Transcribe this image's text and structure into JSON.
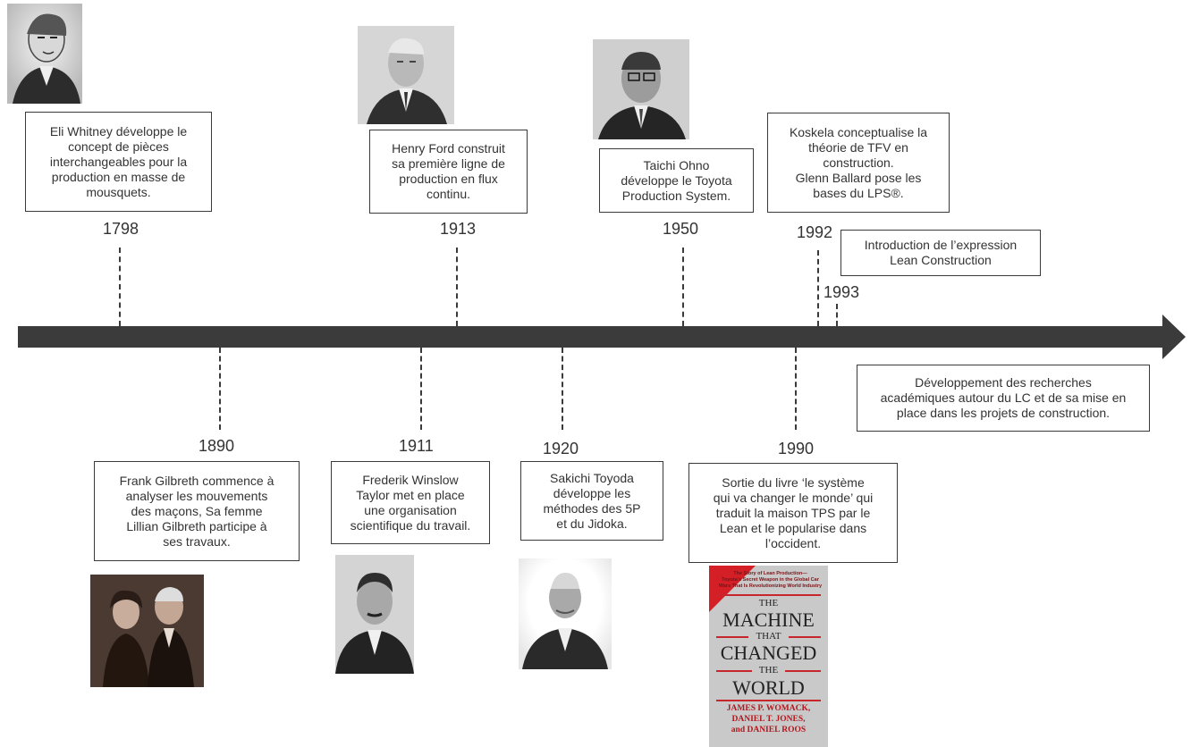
{
  "events": {
    "e1798": {
      "year": "1798",
      "lines": [
        "Eli Whitney développe  le",
        "concept de pièces",
        "interchangeables pour la",
        "production en masse de",
        "mousquets."
      ]
    },
    "e1890": {
      "year": "1890",
      "lines": [
        "Frank Gilbreth commence à",
        "analyser les mouvements",
        "des maçons, Sa femme",
        "Lillian Gilbreth participe à",
        "ses travaux."
      ]
    },
    "e1911": {
      "year": "1911",
      "lines": [
        "Frederik Winslow",
        "Taylor met en place",
        "une organisation",
        "scientifique du travail."
      ]
    },
    "e1913": {
      "year": "1913",
      "lines": [
        "Henry Ford construit",
        "sa première ligne de",
        "production en flux",
        "continu."
      ]
    },
    "e1920": {
      "year": "1920",
      "lines": [
        "Sakichi Toyoda",
        "développe  les",
        "méthodes des 5P",
        "et du Jidoka."
      ]
    },
    "e1950": {
      "year": "1950",
      "lines": [
        "Taichi Ohno",
        "développe  le Toyota",
        "Production System."
      ]
    },
    "e1990": {
      "year": "1990",
      "lines": [
        "Sortie du livre ‘le système",
        "qui va changer le monde’ qui",
        "traduit la maison TPS par le",
        "Lean et le popularise dans",
        "l’occident."
      ]
    },
    "e1992": {
      "year": "1992",
      "lines": [
        "Koskela conceptualise la",
        "théorie de TFV en",
        "construction.",
        "Glenn Ballard pose les",
        "bases du LPS®."
      ]
    },
    "e1993": {
      "year": "1993",
      "lines": [
        "Introduction de l’expression",
        "Lean Construction"
      ]
    },
    "after": {
      "lines": [
        "Développement  des recherches",
        "académiques autour du LC et de sa mise en",
        "place dans les projets de construction."
      ]
    }
  },
  "book": {
    "subtitle_lines": [
      "The Story of Lean Production—",
      "Toyota's Secret Weapon in the Global Car",
      "Wars That Is Revolutionizing World Industry"
    ],
    "the1": "THE",
    "machine": "MACHINE",
    "that": "THAT",
    "changed": "CHANGED",
    "the2": "THE",
    "world": "WORLD",
    "authors": [
      "JAMES P. WOMACK,",
      "DANIEL T. JONES,",
      "and DANIEL ROOS"
    ]
  },
  "colors": {
    "arrow": "#3b3b3b",
    "box_border": "#3a3a3a",
    "book_red": "#c7262c",
    "book_bg": "#c9c9c9"
  }
}
